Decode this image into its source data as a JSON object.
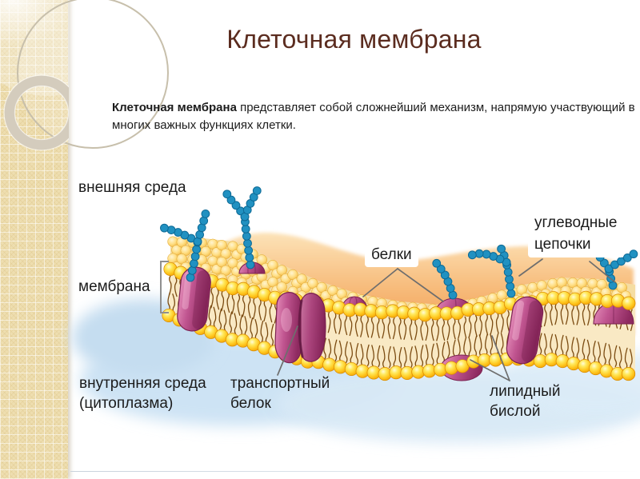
{
  "slide": {
    "title": "Клеточная мембрана",
    "paragraph": {
      "bold": "Клеточная мембрана",
      "line1_rest": " представляет собой сложнейший механизм, напрямую участвующий в",
      "line2": "многих важных функциях клетки."
    }
  },
  "diagram": {
    "labels": {
      "outer_medium": "внешняя среда",
      "membrane": "мембрана",
      "inner_medium_line1": "внутренняя среда",
      "inner_medium_line2": "(цитоплазма)",
      "proteins": "белки",
      "carb_chains_line1": "углеводные",
      "carb_chains_line2": "цепочки",
      "transport_line1": "транспортный",
      "transport_line2": "белок",
      "lipid_line1": "липидный",
      "lipid_line2": "бислой"
    },
    "colors": {
      "title_text": "#5b2c1f",
      "body_text": "#1c1c1c",
      "label_text": "#1b1b1b",
      "sidebar_bg": "#eedeb0",
      "lipid_head_yellow": "#ffc71f",
      "lipid_tail_brown": "#7a4a10",
      "membrane_cream": "#f9e9c4",
      "topface_cream": "#f5dda2",
      "protein_magenta": "#c05590",
      "protein_dark_rim": "#7b2251",
      "carb_chain_blue": "#2191c1",
      "carb_chain_rim": "#0d6a96",
      "extracellular_orange": "#f7ba79",
      "cytoplasm_blue": "#cde3f4",
      "pointer_line": "#6e6e6e"
    }
  }
}
